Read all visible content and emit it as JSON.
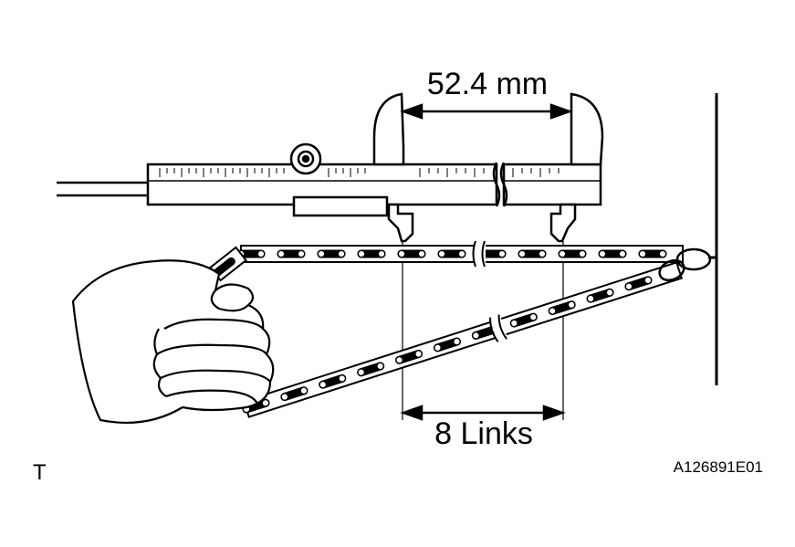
{
  "labels": {
    "measurement": "52.4 mm",
    "link_count": "8 Links",
    "corner_mark": "T",
    "figure_code": "A126891E01"
  },
  "colors": {
    "ink": "#000000",
    "paper": "#ffffff"
  }
}
